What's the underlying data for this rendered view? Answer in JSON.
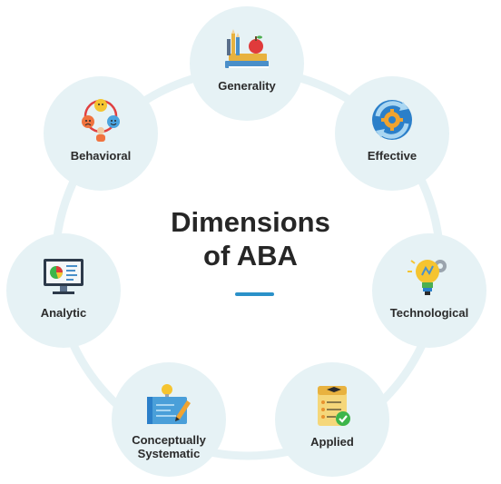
{
  "title": {
    "line1": "Dimensions",
    "line2": "of ABA"
  },
  "nodes": [
    {
      "label": "Generality",
      "icon": "books-pencils-apple-icon"
    },
    {
      "label": "Effective",
      "icon": "cycle-gear-icon"
    },
    {
      "label": "Technological",
      "icon": "lightbulb-gear-icon"
    },
    {
      "label": "Applied",
      "icon": "checklist-certificate-icon"
    },
    {
      "label": "Conceptually Systematic",
      "icon": "blueprint-pencil-icon"
    },
    {
      "label": "Analytic",
      "icon": "monitor-chart-icon"
    },
    {
      "label": "Behavioral",
      "icon": "emotions-person-icon"
    }
  ],
  "colors": {
    "circle": "#e6f2f5",
    "ring": "#e6f2f5",
    "accent": "#2b91c9",
    "text": "#2b2b2b"
  }
}
